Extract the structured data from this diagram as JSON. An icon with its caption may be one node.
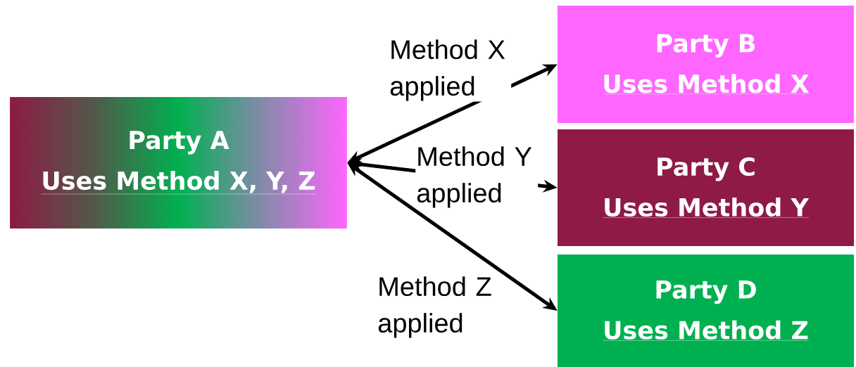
{
  "diagram": {
    "nodes": [
      {
        "text": [
          "Party A",
          "Uses Method X, Y, Z"
        ]
      },
      {
        "text": [
          "Party B",
          "Uses Method X"
        ]
      },
      {
        "text": [
          "Party C",
          "Uses Method Y"
        ]
      },
      {
        "text": [
          "Party D",
          "Uses Method Z"
        ]
      }
    ],
    "edges": [
      {
        "from": 0,
        "to": 1,
        "arrow": "both",
        "label": "Method X applied"
      },
      {
        "from": 0,
        "to": 2,
        "arrow": "both",
        "label": "Method Y applied"
      },
      {
        "from": 0,
        "to": 3,
        "arrow": "both",
        "label": "Method Z applied"
      }
    ]
  }
}
